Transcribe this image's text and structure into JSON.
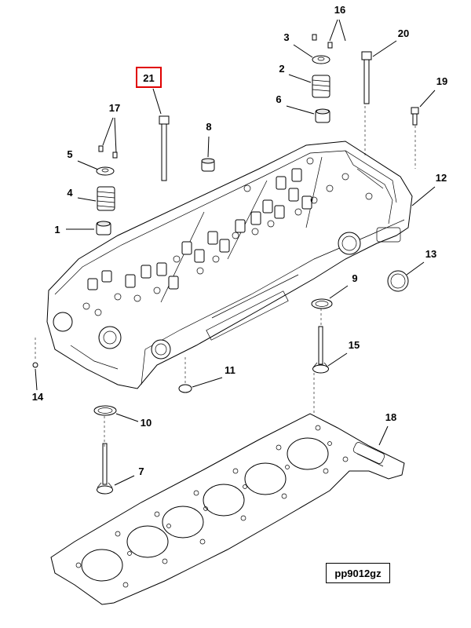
{
  "callouts": {
    "c1": "1",
    "c2": "2",
    "c3": "3",
    "c4": "4",
    "c5": "5",
    "c6": "6",
    "c7": "7",
    "c8": "8",
    "c9": "9",
    "c10": "10",
    "c11": "11",
    "c12": "12",
    "c13": "13",
    "c14": "14",
    "c15": "15",
    "c16": "16",
    "c17": "17",
    "c18": "18",
    "c19": "19",
    "c20": "20",
    "c21": "21"
  },
  "highlight": {
    "callout": "21",
    "color": "#e00000"
  },
  "figure_code": "pp9012gz"
}
